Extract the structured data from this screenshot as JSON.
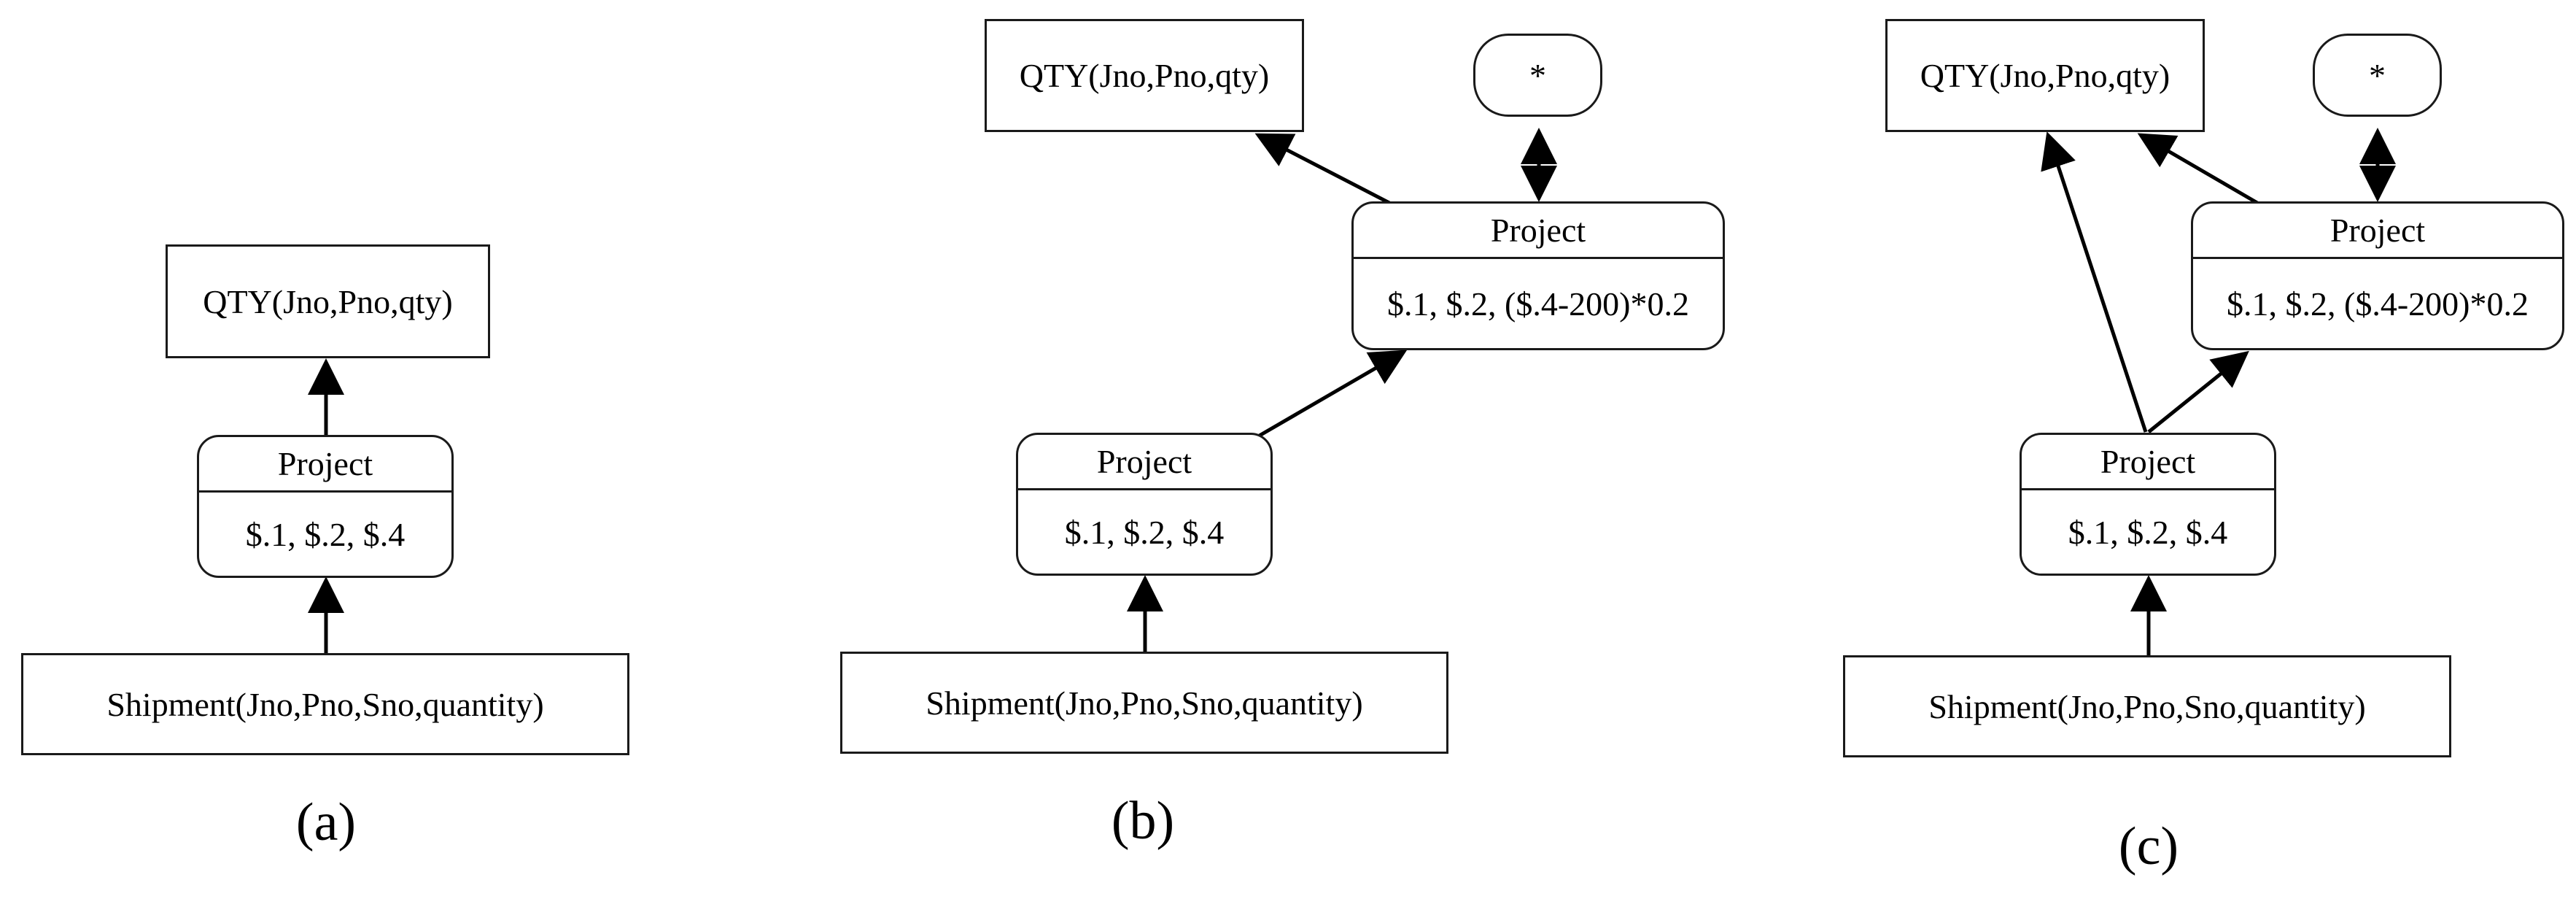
{
  "panels": [
    {
      "caption": "(a)",
      "qty": "QTY(Jno,Pno,qty)",
      "project1": {
        "title": "Project",
        "fields": "$.1, $.2, $.4"
      },
      "shipment": "Shipment(Jno,Pno,Sno,quantity)"
    },
    {
      "caption": "(b)",
      "qty": "QTY(Jno,Pno,qty)",
      "star": "*",
      "project1": {
        "title": "Project",
        "fields": "$.1, $.2, $.4"
      },
      "project2": {
        "title": "Project",
        "fields": "$.1, $.2, ($.4-200)*0.2"
      },
      "shipment": "Shipment(Jno,Pno,Sno,quantity)"
    },
    {
      "caption": "(c)",
      "qty": "QTY(Jno,Pno,qty)",
      "star": "*",
      "project1": {
        "title": "Project",
        "fields": "$.1, $.2, $.4"
      },
      "project2": {
        "title": "Project",
        "fields": "$.1, $.2, ($.4-200)*0.2"
      },
      "shipment": "Shipment(Jno,Pno,Sno,quantity)"
    }
  ]
}
